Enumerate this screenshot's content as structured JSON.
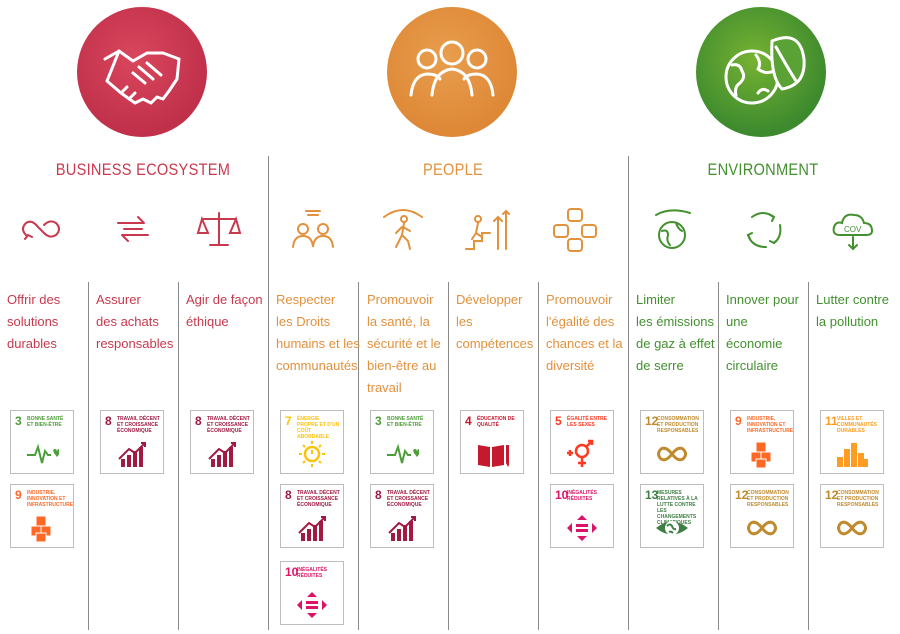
{
  "sections": [
    {
      "title": "BUSINESS ECOSYSTEM",
      "color": "#c8394e",
      "icon": "handshake-icon"
    },
    {
      "title": "PEOPLE",
      "color": "#e2913d",
      "icon": "people-icon"
    },
    {
      "title": "ENVIRONMENT",
      "color": "#43902f",
      "icon": "earth-leaf-icon"
    }
  ],
  "columns": [
    {
      "text": [
        "Offrir des",
        "solutions",
        "durables"
      ],
      "icon": "infinity-arrows-icon"
    },
    {
      "text": [
        "Assurer",
        "des achats",
        "responsables"
      ],
      "icon": "exchange-arrows-icon"
    },
    {
      "text": [
        "Agir de façon",
        "éthique"
      ],
      "icon": "scale-icon"
    },
    {
      "text": [
        "Respecter",
        "les Droits",
        "humains et les",
        "communautés"
      ],
      "icon": "two-people-icon"
    },
    {
      "text": [
        "Promouvoir",
        "la santé, la",
        "sécurité et le",
        "bien-être au",
        "travail"
      ],
      "icon": "walking-person-icon"
    },
    {
      "text": [
        "Développer les",
        "compétences"
      ],
      "icon": "stairs-growth-icon"
    },
    {
      "text": [
        "Promouvoir",
        "l'égalité des",
        "chances et la",
        "diversité"
      ],
      "icon": "hands-together-icon"
    },
    {
      "text": [
        "Limiter",
        "les émissions",
        "de gaz à effet",
        "de serre"
      ],
      "icon": "globe-hand-icon"
    },
    {
      "text": [
        "Innover pour",
        "une économie",
        "circulaire"
      ],
      "icon": "circular-arrows-icon"
    },
    {
      "text": [
        "Lutter contre",
        "la pollution"
      ],
      "icon": "cov-cloud-icon"
    }
  ],
  "sdg": {
    "sdg3": {
      "num": "3",
      "label": "BONNE SANTÉ ET BIEN-ÊTRE",
      "color": "#4c9f38",
      "icon": "heartbeat-icon"
    },
    "sdg4": {
      "num": "4",
      "label": "ÉDUCATION DE QUALITÉ",
      "color": "#c5192d",
      "icon": "book-icon"
    },
    "sdg5": {
      "num": "5",
      "label": "ÉGALITÉ ENTRE LES SEXES",
      "color": "#ff3a21",
      "icon": "gender-icon"
    },
    "sdg7": {
      "num": "7",
      "label": "ÉNERGIE PROPRE ET D'UN COÛT ABORDABLE",
      "color": "#fcc30b",
      "icon": "sun-power-icon"
    },
    "sdg8": {
      "num": "8",
      "label": "TRAVAIL DÉCENT ET CROISSANCE ÉCONOMIQUE",
      "color": "#a21942",
      "icon": "growth-chart-icon"
    },
    "sdg9": {
      "num": "9",
      "label": "INDUSTRIE, INNOVATION ET INFRASTRUCTURE",
      "color": "#fd6925",
      "icon": "cubes-icon"
    },
    "sdg10": {
      "num": "10",
      "label": "INÉGALITÉS RÉDUITES",
      "color": "#dd1367",
      "icon": "equality-arrows-icon"
    },
    "sdg11": {
      "num": "11",
      "label": "VILLES ET COMMUNAUTÉS DURABLES",
      "color": "#fd9d24",
      "icon": "city-icon"
    },
    "sdg12": {
      "num": "12",
      "label": "CONSOMMATION ET PRODUCTION RESPONSABLES",
      "color": "#bf8b2e",
      "icon": "infinity-icon"
    },
    "sdg13": {
      "num": "13",
      "label": "MESURES RELATIVES À LA LUTTE CONTRE LES CHANGEMENTS CLIMATIQUES",
      "color": "#3f7e44",
      "icon": "eye-globe-icon"
    }
  }
}
